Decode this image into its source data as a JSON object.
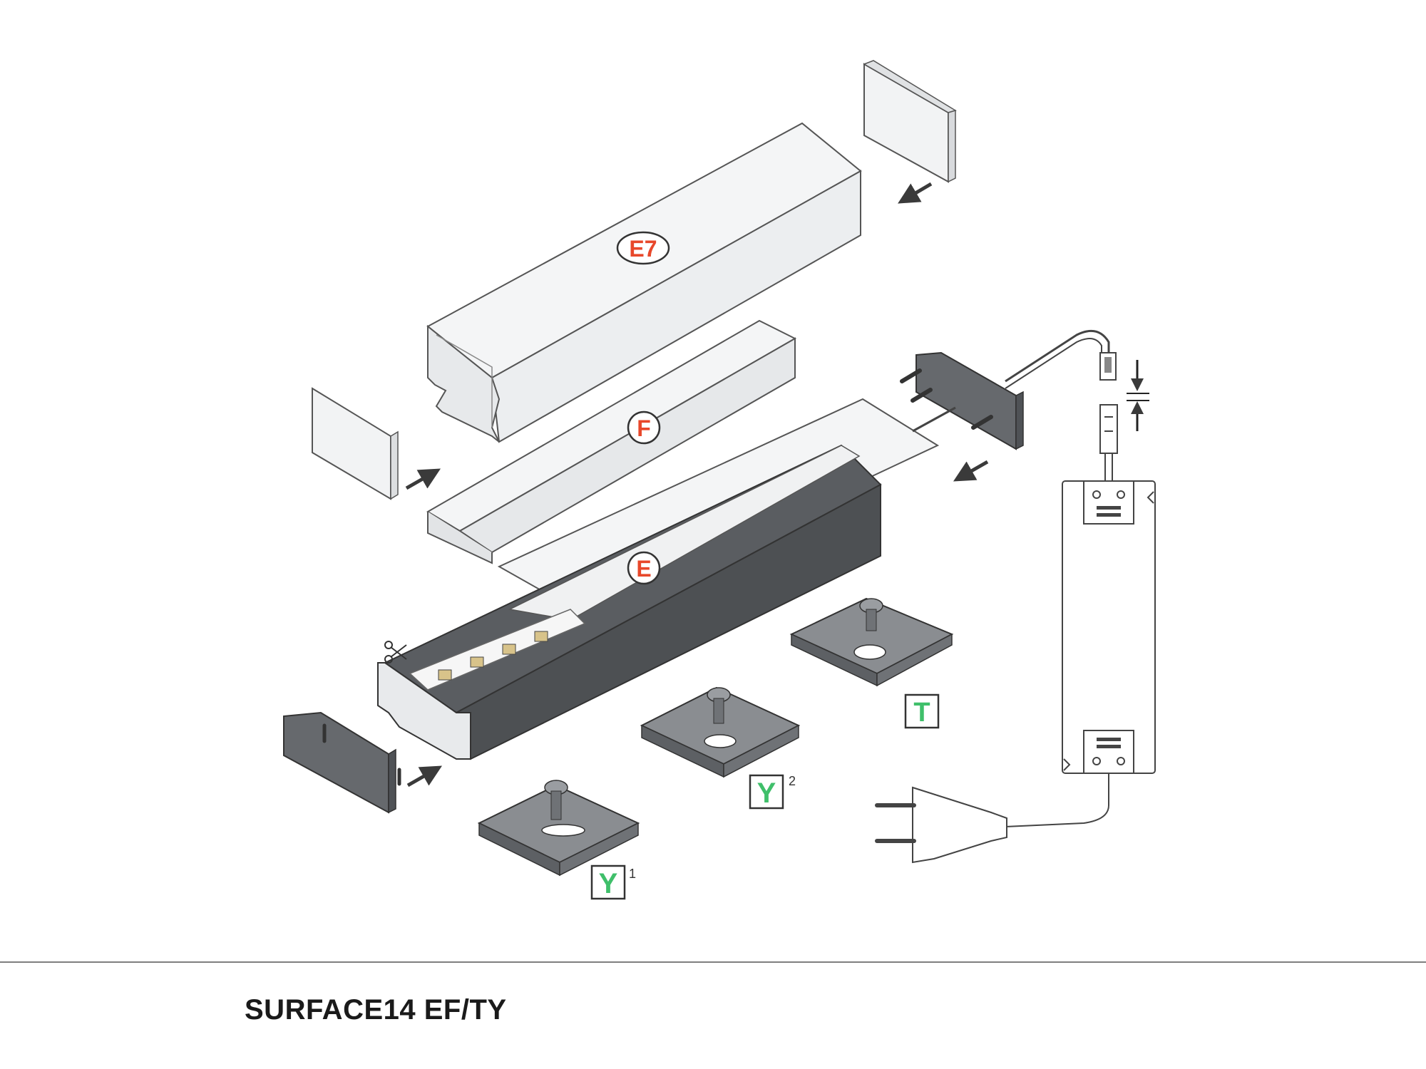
{
  "title": "SURFACE14 EF/TY",
  "labels": {
    "cover_e7": "E7",
    "cover_f": "F",
    "cover_e": "E",
    "clip_t": "T",
    "clip_y1": "Y",
    "clip_y1_sup": "1",
    "clip_y2": "Y",
    "clip_y2_sup": "2"
  },
  "colors": {
    "accent_red": "#e8482b",
    "accent_green": "#3fbf6a",
    "profile_dark": "#4d5053",
    "line": "#555555"
  }
}
